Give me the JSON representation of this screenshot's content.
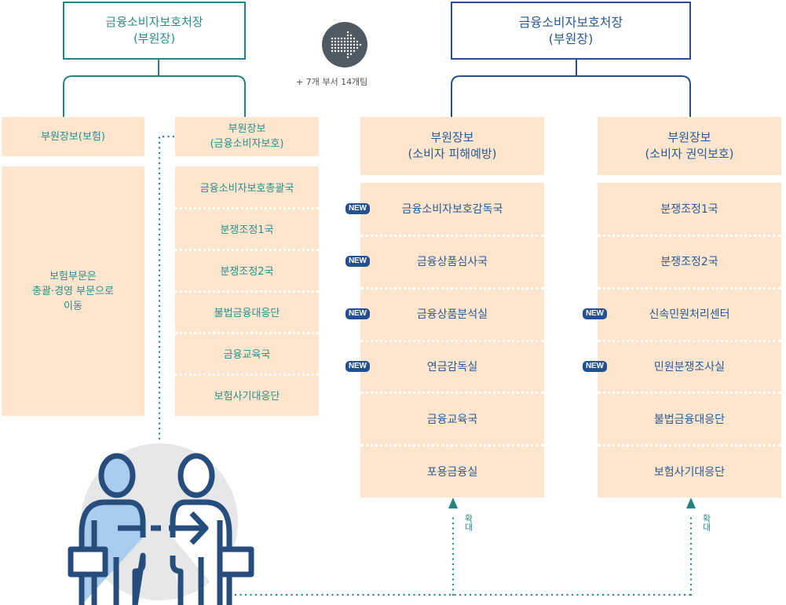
{
  "left_org": {
    "head": {
      "line1": "금융소비자보호처장",
      "line2": "(부원장)"
    },
    "insurance_deputy": {
      "label": "부원장보(보험)"
    },
    "insurance_note": {
      "line1": "보험부문은",
      "line2": "총괄·경영 부문으로",
      "line3": "이동"
    },
    "consumer_deputy": {
      "line1": "부원장보",
      "line2": "(금융소비자보호)"
    },
    "departments": [
      {
        "label": "금융소비자보호총괄국"
      },
      {
        "label": "분쟁조정1국"
      },
      {
        "label": "분쟁조정2국"
      },
      {
        "label": "불법금융대응단"
      },
      {
        "label": "금융교육국"
      },
      {
        "label": "보험사기대응단"
      }
    ]
  },
  "transition": {
    "icon": "dotted-arrow-right-icon",
    "note": "+ 7개 부서  14개팀"
  },
  "right_org": {
    "head": {
      "line1": "금융소비자보호처장",
      "line2": "(부원장)"
    },
    "prevention_deputy": {
      "line1": "부원장보",
      "line2": "(소비자 피해예방)",
      "departments": [
        {
          "label": "금융소비자보호감독국",
          "new": true
        },
        {
          "label": "금융상품심사국",
          "new": true
        },
        {
          "label": "금융상품분석실",
          "new": true
        },
        {
          "label": "연금감독실",
          "new": true
        },
        {
          "label": "금융교육국",
          "new": false
        },
        {
          "label": "포용금융실",
          "new": false
        }
      ]
    },
    "rights_deputy": {
      "line1": "부원장보",
      "line2": "(소비자 권익보호)",
      "departments": [
        {
          "label": "분쟁조정1국",
          "new": false
        },
        {
          "label": "분쟁조정2국",
          "new": false
        },
        {
          "label": "신속민원처리센터",
          "new": true
        },
        {
          "label": "민원분쟁조사실",
          "new": true
        },
        {
          "label": "불법금융대응단",
          "new": false
        },
        {
          "label": "보험사기대응단",
          "new": false
        }
      ]
    }
  },
  "badge_label": "NEW",
  "expand_label": "확대",
  "illustration": {
    "icon": "people-transfer-icon"
  },
  "colors": {
    "teal": "#22847f",
    "navy": "#23508f",
    "box_fill": "#fde6cd",
    "icon_circle": "#4f5a63",
    "illustration_bg": "#e6e7e8",
    "person_fill": "#a9cdee"
  }
}
